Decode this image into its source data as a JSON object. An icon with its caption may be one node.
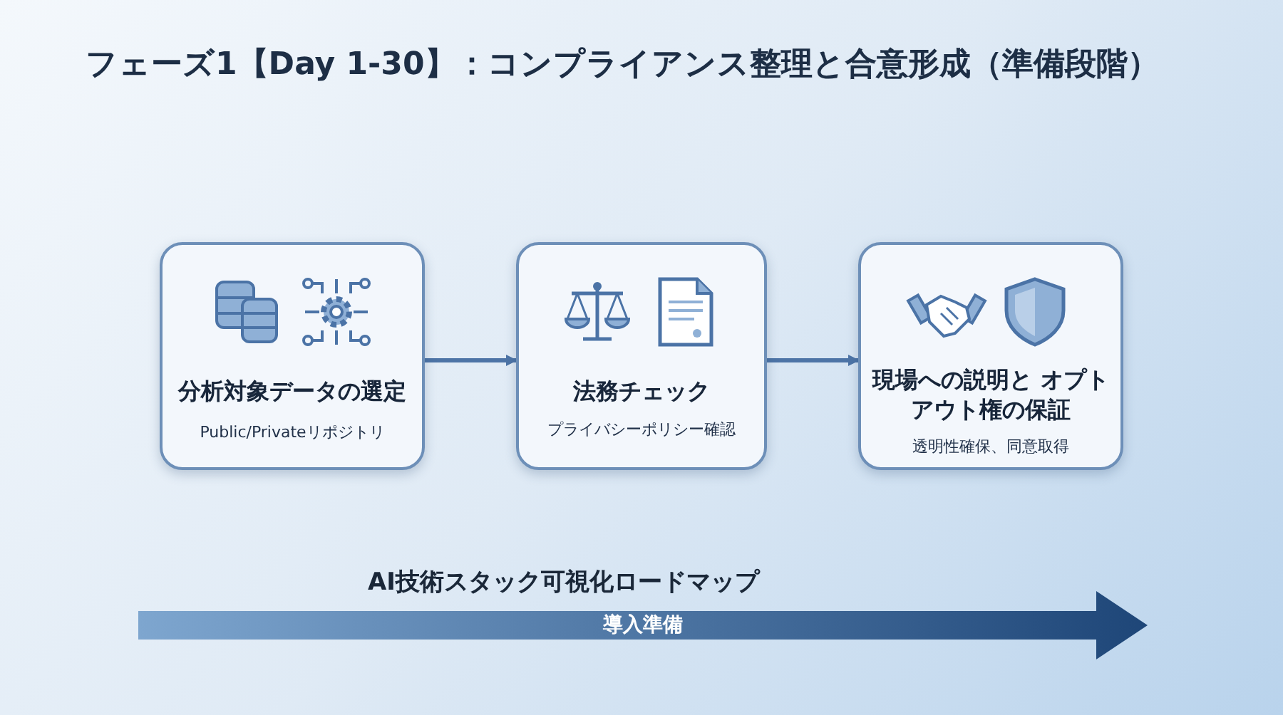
{
  "diagram": {
    "title": "フェーズ1【Day 1-30】：コンプライアンス整理と合意形成（準備段階）",
    "nodes": [
      {
        "text": [
          "分析対象データの選定",
          "Public/Privateリポジトリ"
        ]
      },
      {
        "text": [
          "法務チェック",
          "プライバシーポリシー確認"
        ]
      },
      {
        "text": [
          "現場への説明と オプトアウト権の保証",
          "透明性確保、同意取得"
        ]
      },
      {
        "text": [
          "導入準備"
        ]
      }
    ],
    "edges": [
      {
        "from": 0,
        "to": 1,
        "arrow": "to"
      },
      {
        "from": 1,
        "to": 2,
        "arrow": "to"
      }
    ],
    "labels": [
      "AI技術スタック可視化ロードマップ"
    ]
  }
}
